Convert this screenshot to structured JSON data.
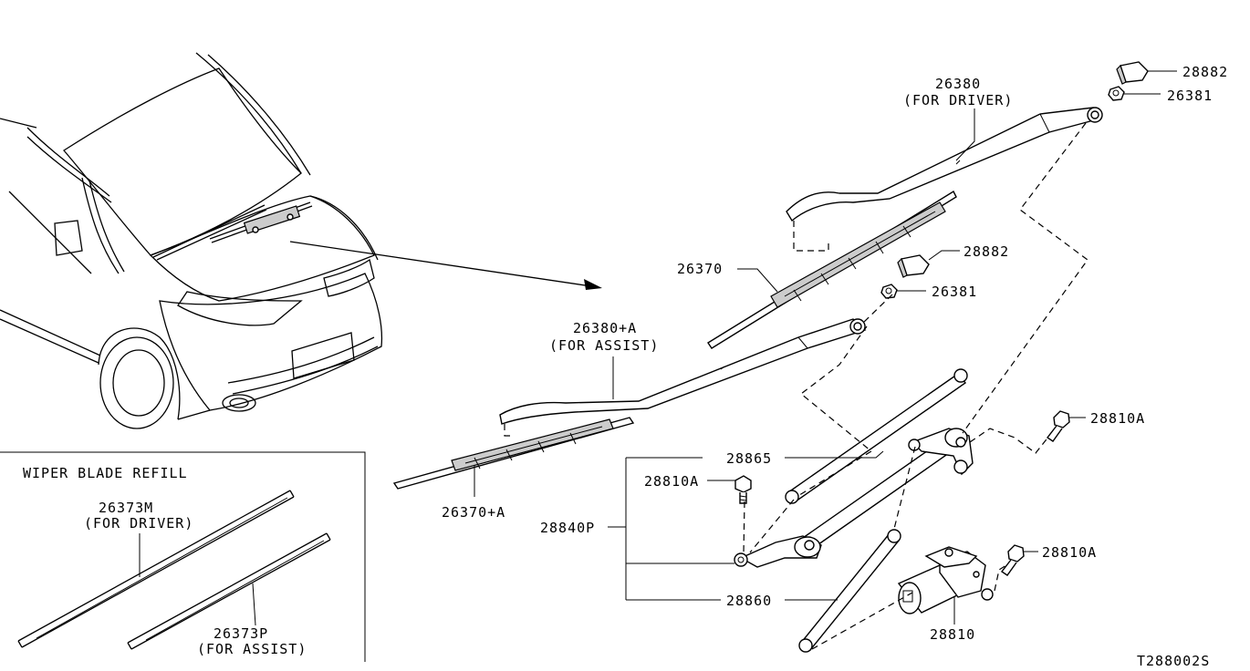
{
  "diagram_id": "T288002S",
  "inset": {
    "title": "WIPER BLADE REFILL",
    "refills": [
      {
        "part_no": "26373M",
        "note": "(FOR DRIVER)"
      },
      {
        "part_no": "26373P",
        "note": "(FOR ASSIST)"
      }
    ]
  },
  "callouts": {
    "cap_driver": "28882",
    "nut_driver": "26381",
    "arm_driver": "26380",
    "arm_driver_note": "(FOR DRIVER)",
    "blade_driver": "26370",
    "cap_assist": "28882",
    "nut_assist": "26381",
    "arm_assist": "26380+A",
    "arm_assist_note": "(FOR ASSIST)",
    "blade_assist": "26370+A",
    "link_rod": "28865",
    "bolt_left": "28810A",
    "bolt_right_upper": "28810A",
    "bolt_right_lower": "28810A",
    "link_assy": "28840P",
    "link_lower": "28860",
    "motor": "28810"
  }
}
